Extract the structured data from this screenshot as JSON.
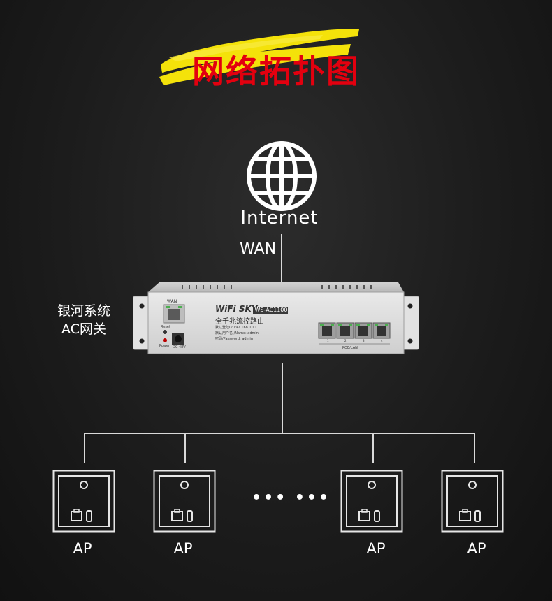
{
  "title": "网络拓扑图",
  "colors": {
    "title": "#e3000f",
    "brush": "#f4e20a",
    "background": "#1c1c1c",
    "lines": "#d9d9d9"
  },
  "internet": {
    "icon": "globe-icon",
    "label": "Internet"
  },
  "wan_label": "WAN",
  "gateway": {
    "label_line1": "银河系统",
    "label_line2": "AC网关",
    "brand": "WiFi SKY",
    "model": "WS-AC1100",
    "subtitle": "全千兆流控路由",
    "ip_line": "默认登陆IP:192.168.10.1",
    "name_line": "默认用户名 /Name: admin",
    "pwd_line": "密码/Password: admin",
    "wan_port_label": "WAN",
    "reset_label": "Reset",
    "power_label": "Power",
    "dc_label": "DC 48V",
    "poe_label": "POE/LAN",
    "port_numbers": [
      "1",
      "2",
      "3",
      "4"
    ]
  },
  "aps": [
    {
      "label": "AP"
    },
    {
      "label": "AP"
    },
    {
      "label": "AP"
    },
    {
      "label": "AP"
    }
  ],
  "ellipsis": "••• •••"
}
